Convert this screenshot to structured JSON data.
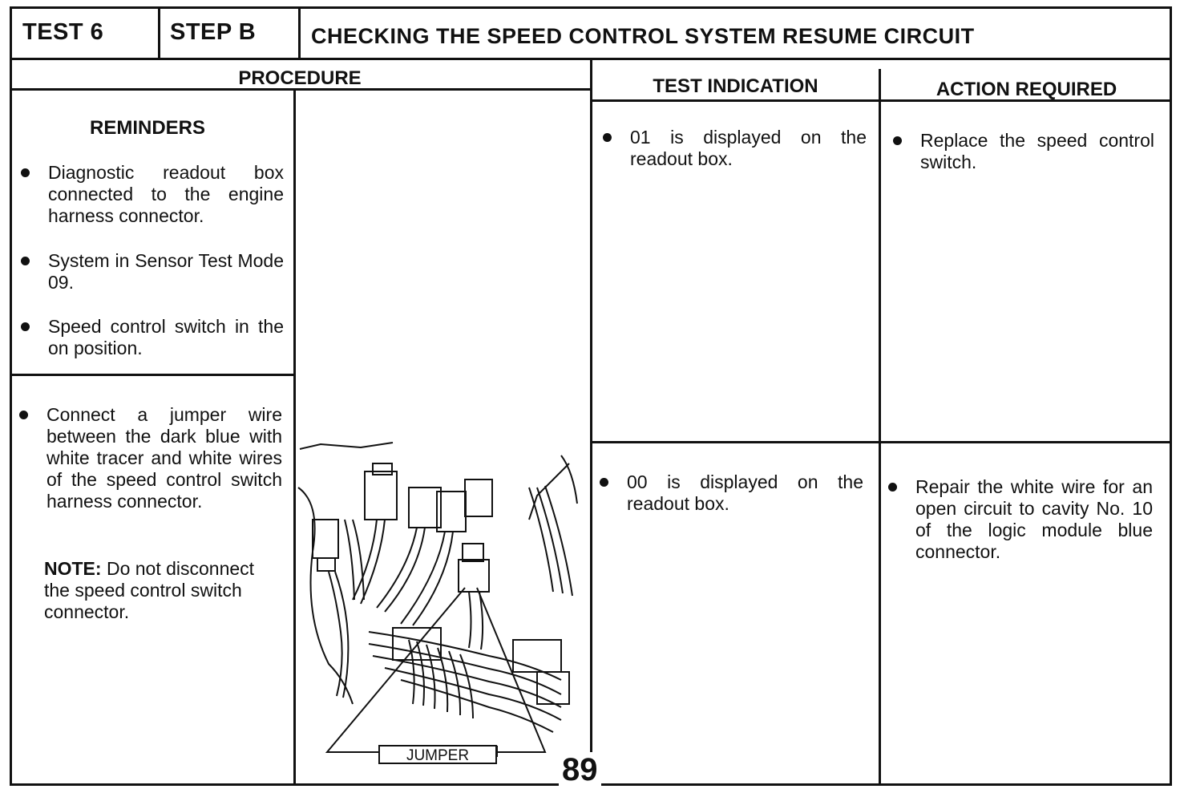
{
  "header": {
    "test": "TEST 6",
    "step": "STEP B",
    "title": "CHECKING THE SPEED CONTROL SYSTEM RESUME CIRCUIT"
  },
  "columns": {
    "procedure": "PROCEDURE",
    "test_indication": "TEST INDICATION",
    "action_required": "ACTION REQUIRED"
  },
  "reminders": {
    "heading": "REMINDERS",
    "items": [
      "Diagnostic readout box connected to the engine harness connector.",
      "System in Sensor Test Mode 09.",
      "Speed control switch in the on position."
    ]
  },
  "procedure": {
    "step": "Connect a jumper wire between the dark blue with white tracer and white wires of the speed control switch harness connector.",
    "note_label": "NOTE:",
    "note_text": " Do not disconnect the speed control switch connector."
  },
  "illustration": {
    "label": "JUMPER"
  },
  "results": [
    {
      "indication": "01 is displayed on the readout box.",
      "action": "Replace the speed control switch."
    },
    {
      "indication": "00 is displayed on the readout box.",
      "action": "Repair the white wire for an open circuit to cavity No. 10 of the logic module blue connector."
    }
  ],
  "page_number": "89"
}
